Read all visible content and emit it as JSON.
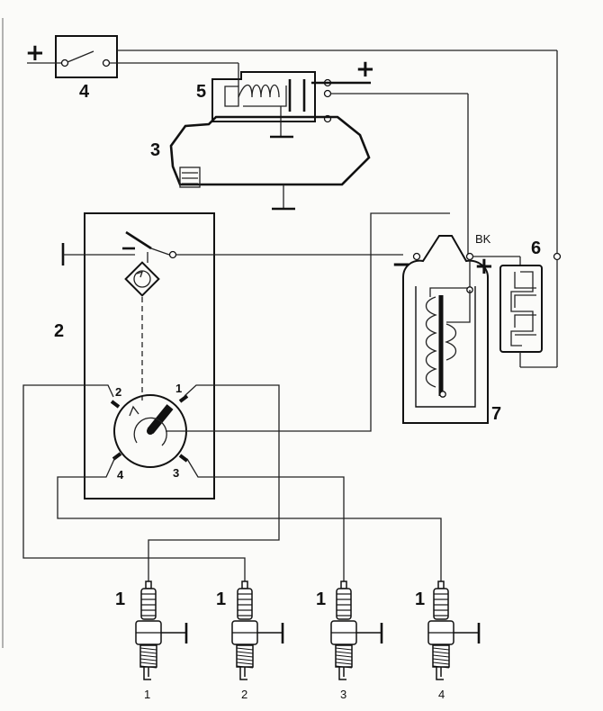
{
  "components": {
    "spark_plug": "1",
    "distributor": "2",
    "starter_motor": "3",
    "ignition_switch": "4",
    "solenoid": "5",
    "ballast_resistor": "6",
    "ignition_coil": "7"
  },
  "signs": {
    "battery_plus": "+",
    "solenoid_plus": "+",
    "coil_minus": "−",
    "coil_plus": "+"
  },
  "ballast_wire_label": "BK",
  "distributor_terminals": [
    "2",
    "1",
    "4",
    "3"
  ],
  "plug_numbers": [
    "1",
    "2",
    "3",
    "4"
  ]
}
